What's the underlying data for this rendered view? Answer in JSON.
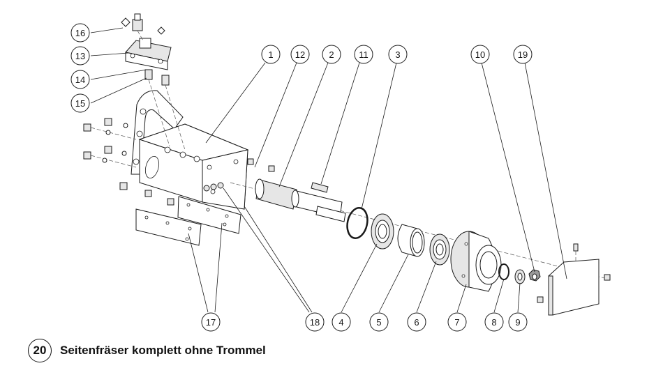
{
  "diagram": {
    "callouts": [
      "16",
      "13",
      "14",
      "15",
      "1",
      "12",
      "2",
      "11",
      "3",
      "10",
      "19",
      "17",
      "18",
      "4",
      "5",
      "6",
      "7",
      "8",
      "9"
    ]
  },
  "caption": {
    "number": "20",
    "title": "Seitenfräser komplett ohne Trommel"
  }
}
